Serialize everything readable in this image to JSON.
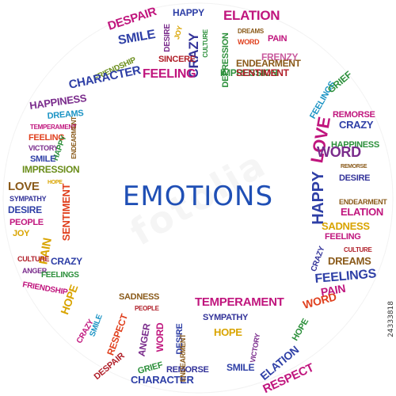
{
  "title": "EMOTIONS",
  "stock_id": "24333818",
  "watermark": "fotolia",
  "colors": {
    "title": "#1f4fb5",
    "palette": [
      "#2e3fa6",
      "#c0157d",
      "#8a5a1a",
      "#2b8f3a",
      "#d9a400",
      "#e0401e",
      "#7a2c8c",
      "#1a93c4",
      "#b01e28",
      "#6a8d1a",
      "#c95b9e",
      "#333399"
    ]
  },
  "words": [
    {
      "text": "DESPAIR",
      "color": "#c0157d"
    },
    {
      "text": "HAPPY",
      "color": "#2e3fa6"
    },
    {
      "text": "ELATION",
      "color": "#c0157d"
    },
    {
      "text": "SMILE",
      "color": "#2e3fa6"
    },
    {
      "text": "CRAZY",
      "color": "#333399"
    },
    {
      "text": "DREAMS",
      "color": "#8a5a1a"
    },
    {
      "text": "WORD",
      "color": "#e0401e"
    },
    {
      "text": "PAIN",
      "color": "#c0157d"
    },
    {
      "text": "JOY",
      "color": "#d9a400"
    },
    {
      "text": "CULTURE",
      "color": "#2b8f3a"
    },
    {
      "text": "DESIRE",
      "color": "#7a2c8c"
    },
    {
      "text": "SINCERE",
      "color": "#b01e28"
    },
    {
      "text": "FRENZY",
      "color": "#c95b9e"
    },
    {
      "text": "DEPRESSION",
      "color": "#2b8f3a"
    },
    {
      "text": "ENDEARMENT",
      "color": "#8a5a1a"
    },
    {
      "text": "FRIENDSHIP",
      "color": "#6a8d1a"
    },
    {
      "text": "CHARACTER",
      "color": "#2e3fa6"
    },
    {
      "text": "FEELING",
      "color": "#c0157d"
    },
    {
      "text": "IMPRESSION",
      "color": "#2b8f3a"
    },
    {
      "text": "SENTIMENT",
      "color": "#b01e28"
    },
    {
      "text": "HAPPINESS",
      "color": "#7a2c8c"
    },
    {
      "text": "DREAMS",
      "color": "#1a93c4"
    },
    {
      "text": "TEMPERAMENT",
      "color": "#c0157d"
    },
    {
      "text": "FEELING",
      "color": "#e0401e"
    },
    {
      "text": "VICTORY",
      "color": "#7a2c8c"
    },
    {
      "text": "HAPPY",
      "color": "#2b8f3a"
    },
    {
      "text": "ENDEARMENT",
      "color": "#8a5a1a"
    },
    {
      "text": "IMPRESSION",
      "color": "#6a8d1a"
    },
    {
      "text": "SMILE",
      "color": "#2e3fa6"
    },
    {
      "text": "LOVE",
      "color": "#8a5a1a"
    },
    {
      "text": "HOPE",
      "color": "#d9a400"
    },
    {
      "text": "SYMPATHY",
      "color": "#333399"
    },
    {
      "text": "DESIRE",
      "color": "#2e3fa6"
    },
    {
      "text": "PEOPLE",
      "color": "#c0157d"
    },
    {
      "text": "JOY",
      "color": "#d9a400"
    },
    {
      "text": "PAIN",
      "color": "#d9a400"
    },
    {
      "text": "SENTIMENT",
      "color": "#e0401e"
    },
    {
      "text": "CULTURE",
      "color": "#b01e28"
    },
    {
      "text": "CRAZY",
      "color": "#2e3fa6"
    },
    {
      "text": "ANGER",
      "color": "#7a2c8c"
    },
    {
      "text": "FEELINGS",
      "color": "#2b8f3a"
    },
    {
      "text": "FRIENDSHIP",
      "color": "#c0157d"
    },
    {
      "text": "HOPE",
      "color": "#d9a400"
    },
    {
      "text": "LOVE",
      "color": "#c0157d"
    },
    {
      "text": "FEELINGS",
      "color": "#1a93c4"
    },
    {
      "text": "GRIEF",
      "color": "#2b8f3a"
    },
    {
      "text": "CRAZY",
      "color": "#2e3fa6"
    },
    {
      "text": "REMORSE",
      "color": "#c0157d"
    },
    {
      "text": "HAPPINESS",
      "color": "#2b8f3a"
    },
    {
      "text": "WORD",
      "color": "#7a2c8c"
    },
    {
      "text": "HAPPY",
      "color": "#2e3fa6"
    },
    {
      "text": "REMORSE",
      "color": "#8a5a1a"
    },
    {
      "text": "DESIRE",
      "color": "#333399"
    },
    {
      "text": "ENDEARMENT",
      "color": "#8a5a1a"
    },
    {
      "text": "ELATION",
      "color": "#c0157d"
    },
    {
      "text": "SADNESS",
      "color": "#d9a400"
    },
    {
      "text": "FEELING",
      "color": "#c0157d"
    },
    {
      "text": "CULTURE",
      "color": "#b01e28"
    },
    {
      "text": "DREAMS",
      "color": "#8a5a1a"
    },
    {
      "text": "FEELINGS",
      "color": "#2e3fa6"
    },
    {
      "text": "PAIN",
      "color": "#c0157d"
    },
    {
      "text": "WORD",
      "color": "#e0401e"
    },
    {
      "text": "CRAZY",
      "color": "#333399"
    },
    {
      "text": "HOPE",
      "color": "#2b8f3a"
    },
    {
      "text": "ELATION",
      "color": "#2e3fa6"
    },
    {
      "text": "CRAZY",
      "color": "#c0157d"
    },
    {
      "text": "SMILE",
      "color": "#1a93c4"
    },
    {
      "text": "SADNESS",
      "color": "#8a5a1a"
    },
    {
      "text": "PEOPLE",
      "color": "#b01e28"
    },
    {
      "text": "TEMPERAMENT",
      "color": "#c0157d"
    },
    {
      "text": "SYMPATHY",
      "color": "#333399"
    },
    {
      "text": "HOPE",
      "color": "#d9a400"
    },
    {
      "text": "DESIRE",
      "color": "#2e3fa6"
    },
    {
      "text": "WORD",
      "color": "#c0157d"
    },
    {
      "text": "RESPECT",
      "color": "#e0401e"
    },
    {
      "text": "ANGER",
      "color": "#7a2c8c"
    },
    {
      "text": "CHARACTER",
      "color": "#2e3fa6"
    },
    {
      "text": "REMORSE",
      "color": "#333399"
    },
    {
      "text": "SMILE",
      "color": "#2e3fa6"
    },
    {
      "text": "GRIEF",
      "color": "#2b8f3a"
    },
    {
      "text": "ENDEARMENT",
      "color": "#8a5a1a"
    },
    {
      "text": "VICTORY",
      "color": "#7a2c8c"
    },
    {
      "text": "RESPECT",
      "color": "#c0157d"
    },
    {
      "text": "DESPAIR",
      "color": "#b01e28"
    }
  ]
}
